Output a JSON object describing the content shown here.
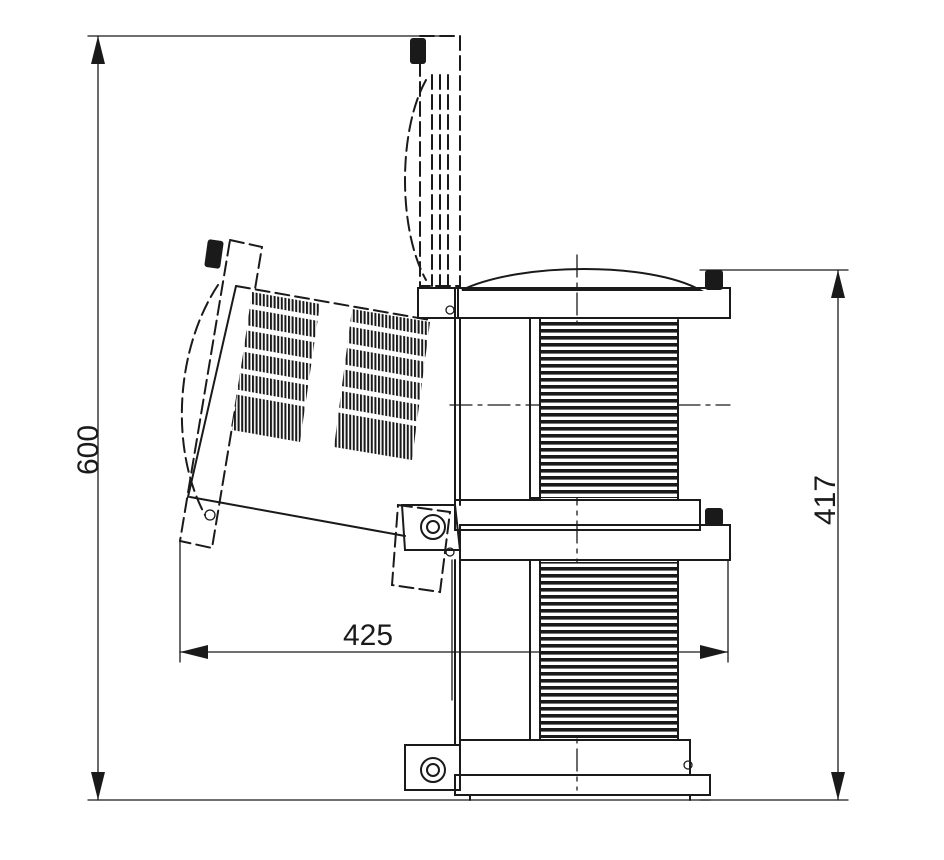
{
  "dimensions": {
    "total_height": "600",
    "lamp_height": "417",
    "swing_width": "425"
  }
}
